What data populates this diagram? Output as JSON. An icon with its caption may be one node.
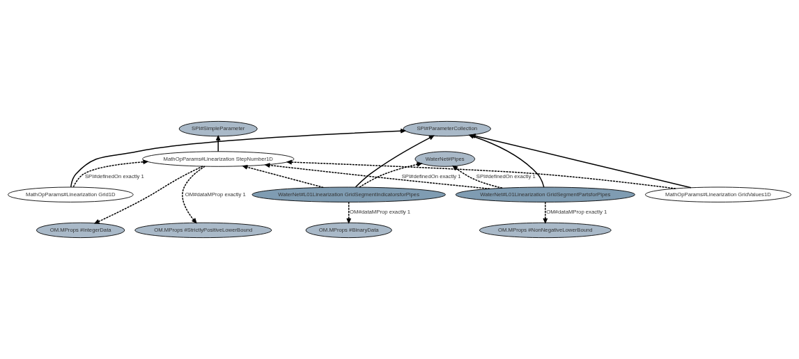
{
  "diagram": {
    "nodes": [
      {
        "text": [
          "SPI#ParameterCollection"
        ]
      },
      {
        "text": [
          "WaterNet#Pipes"
        ]
      },
      {
        "text": [
          "SPI#SimpleParameter"
        ]
      },
      {
        "text": [
          "MathOpParams#Linearization Grid1D"
        ]
      },
      {
        "text": [
          "MathOpParams#Linearization StepNumber1D"
        ]
      },
      {
        "text": [
          "WaterNet#L01Linearization GridSegmentPartsforPipes"
        ]
      },
      {
        "text": [
          "MathOpParams#Linearization GridValues1D"
        ]
      },
      {
        "text": [
          "WaterNet#L01Linearization GridSegmentIndicatorsforPipes"
        ]
      },
      {
        "text": [
          "OM.MProps #IntegerData"
        ]
      },
      {
        "text": [
          "OM.MProps #StrictlyPositiveLowerBound"
        ]
      },
      {
        "text": [
          "OM.MProps #BinaryData"
        ]
      },
      {
        "text": [
          "OM.MProps #NonNegativeLowerBound"
        ]
      }
    ],
    "edges": [
      {
        "from": 6,
        "to": 0,
        "arrow": "to"
      },
      {
        "from": 3,
        "to": 0,
        "arrow": "to"
      },
      {
        "from": 4,
        "to": 2,
        "arrow": "to"
      },
      {
        "from": 5,
        "to": 0,
        "arrow": "to"
      },
      {
        "from": 7,
        "to": 0,
        "arrow": "to"
      },
      {
        "from": 3,
        "to": 4,
        "arrow": "to",
        "style": "dashed",
        "label": "SPI#definedOn exactly 1"
      },
      {
        "from": 6,
        "to": 4,
        "arrow": "to",
        "style": "dashed"
      },
      {
        "from": 5,
        "to": 4,
        "arrow": "to",
        "style": "dashed",
        "label": "SPI#definedOn exactly 1"
      },
      {
        "from": 7,
        "to": 4,
        "arrow": "to",
        "style": "dashed"
      },
      {
        "from": 5,
        "to": 1,
        "arrow": "to",
        "style": "dashed",
        "label": "SPI#definedOn exactly 1"
      },
      {
        "from": 7,
        "to": 1,
        "arrow": "to",
        "style": "dashed"
      },
      {
        "from": 4,
        "to": 8,
        "arrow": "to",
        "style": "dashed"
      },
      {
        "from": 4,
        "to": 9,
        "arrow": "to",
        "style": "dashed",
        "label": "OM#dataMProp exactly 1"
      },
      {
        "from": 7,
        "to": 10,
        "arrow": "to",
        "style": "dashed",
        "label": "OM#dataMProp exactly 1"
      },
      {
        "from": 5,
        "to": 11,
        "arrow": "to",
        "style": "dashed",
        "label": "OM#dataMProp exactly 1"
      }
    ]
  }
}
